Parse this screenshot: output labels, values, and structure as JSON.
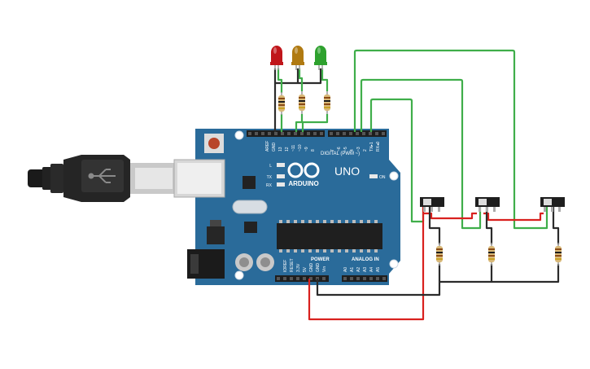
{
  "board": {
    "brand": "ARDUINO",
    "model": "UNO",
    "digital_label": "DIGITAL (PWM ~)",
    "power_label": "POWER",
    "analog_label": "ANALOG IN",
    "on_label": "ON",
    "l_label": "L",
    "tx_label": "TX",
    "rx_label": "RX",
    "top_pins": [
      "AREF",
      "GND",
      "13",
      "12",
      "~11",
      "~10",
      "~9",
      "8",
      "7",
      "~6",
      "~5",
      "4",
      "~3",
      "2",
      "TX▸1",
      "RX◂0"
    ],
    "power_pins": [
      "IOREF",
      "RESET",
      "3.3V",
      "5V",
      "GND",
      "GND",
      "Vin"
    ],
    "analog_pins": [
      "A0",
      "A1",
      "A2",
      "A3",
      "A4",
      "A5"
    ]
  },
  "leds": [
    {
      "color": "red",
      "hex": "#c0161b"
    },
    {
      "color": "yellow",
      "hex": "#b07a12"
    },
    {
      "color": "green",
      "hex": "#2ea12e"
    }
  ],
  "colors": {
    "board": "#2a6b9a",
    "wire_black": "#2b2b2b",
    "wire_green": "#3fae4a",
    "wire_red": "#d9211f",
    "resistor": "#d8b877"
  }
}
